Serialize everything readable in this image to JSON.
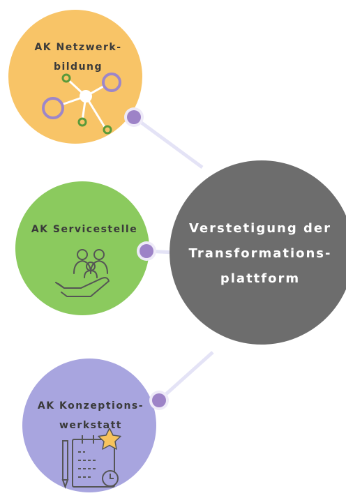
{
  "nodes": {
    "top": {
      "line1": "AK Netzwerk-",
      "line2": "bildung",
      "color": "#f8c467",
      "icon": "network-icon"
    },
    "middle": {
      "line1": "AK Servicestelle",
      "color": "#8bca5e",
      "icon": "hand-people-icon"
    },
    "bottom": {
      "line1": "AK Konzeptions-",
      "line2": "werkstatt",
      "color": "#a8a5df",
      "icon": "planner-star-icon"
    }
  },
  "center": {
    "line1": "Verstetigung der",
    "line2": "Transformations-",
    "line3": "plattform",
    "color": "#6d6d6d"
  },
  "colors": {
    "connector": "#e4e3f6",
    "dot": "#9d83c7",
    "dot_ring": "#eeeaf8",
    "icon_purple": "#9d86c9",
    "icon_green": "#5a9a3a",
    "icon_star": "#f7c35d",
    "icon_line": "#555555"
  }
}
